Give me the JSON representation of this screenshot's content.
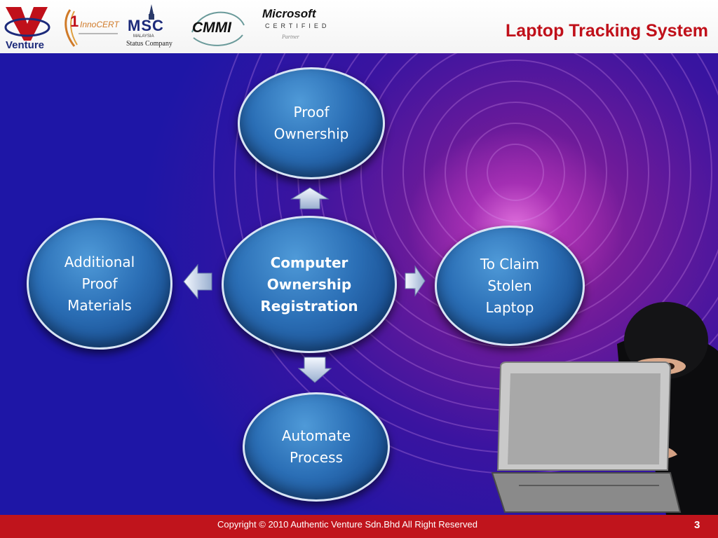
{
  "header": {
    "title": "Laptop Tracking System",
    "logos": [
      {
        "name": "venture-logo",
        "letter": "V",
        "text": "Venture",
        "color": "#c0101a"
      },
      {
        "name": "innocert-logo",
        "text": "InnoCERT"
      },
      {
        "name": "msc-logo",
        "text": "MSC",
        "sub1": "MALAYSIA",
        "sub2": "Status Company"
      },
      {
        "name": "cmmi-logo",
        "text": "CMMI"
      },
      {
        "name": "microsoft-certified-logo",
        "text": "Microsoft",
        "sub1": "CERTIFIED",
        "sub2": "Partner"
      }
    ]
  },
  "diagram": {
    "center": "Computer\nOwnership\nRegistration",
    "top": "Proof\nOwnership",
    "left": "Additional\nProof\nMaterials",
    "right": "To Claim\nStolen\nLaptop",
    "bottom": "Automate\nProcess"
  },
  "colors": {
    "node_fill": "#2b6fb6",
    "node_border": "#d8e4f4",
    "title": "#c0101a",
    "footer": "#c0141c",
    "background": "#1a16a8"
  },
  "footer": {
    "copyright": "Copyright © 2010 Authentic Venture Sdn.Bhd All Right Reserved",
    "page_number": "3"
  }
}
